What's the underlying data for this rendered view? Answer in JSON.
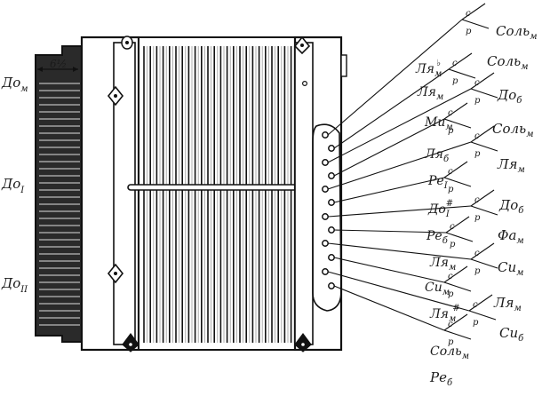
{
  "left_labels": [
    {
      "main": "До",
      "sub": "м"
    },
    {
      "main": "До",
      "sub": "I"
    },
    {
      "main": "До",
      "sub": "II"
    }
  ],
  "dimension": "6½",
  "keys": [
    {
      "c": "Сольм",
      "p": "Сольм"
    },
    {
      "c": "Ля♭м",
      "p": "Лям"
    },
    {
      "c": "Соль м",
      "p": "До б"
    },
    {
      "c": "Мим",
      "p": "Ля б"
    },
    {
      "c": "Сольм",
      "p": "Ля м"
    },
    {
      "c": "Ре I",
      "p": "До# I"
    },
    {
      "c": "До б",
      "p": "Фа м"
    },
    {
      "c": "Ре б",
      "p": "Ля м"
    },
    {
      "c": "Си м",
      "p": "Ля м"
    },
    {
      "c": "Си м",
      "p": "Ля# м"
    },
    {
      "c": "Си б",
      "p": "Ля м"
    },
    {
      "c": "Соль м",
      "p": "Ре б"
    }
  ],
  "right_labels": [
    {
      "main": "Соль",
      "sub": "м"
    },
    {
      "main": "Ля",
      "sub": "м",
      "sup": "♭"
    },
    {
      "main": "Ля",
      "sub": "м"
    },
    {
      "main": "Соль",
      "sub": "м"
    },
    {
      "main": "До",
      "sub": "б"
    },
    {
      "main": "Ми",
      "sub": "м"
    },
    {
      "main": "Соль",
      "sub": "м"
    },
    {
      "main": "Ля",
      "sub": "б"
    },
    {
      "main": "Ля",
      "sub": "м"
    },
    {
      "main": "Ре",
      "sub": "I"
    },
    {
      "main": "До",
      "sub": "I",
      "sup": "#"
    },
    {
      "main": "До",
      "sub": "б"
    },
    {
      "main": "Ре",
      "sub": "б"
    },
    {
      "main": "Фа",
      "sub": "м"
    },
    {
      "main": "Ля",
      "sub": "м"
    },
    {
      "main": "Си",
      "sub": "м"
    },
    {
      "main": "Си",
      "sub": "м"
    },
    {
      "main": "Ля",
      "sub": "м"
    },
    {
      "main": "Ля",
      "sub": "м",
      "sup": "#"
    },
    {
      "main": "Си",
      "sub": "б"
    },
    {
      "main": "Соль",
      "sub": "м"
    },
    {
      "main": "Ре",
      "sub": "б"
    }
  ],
  "letter_c": "с",
  "letter_p": "р"
}
